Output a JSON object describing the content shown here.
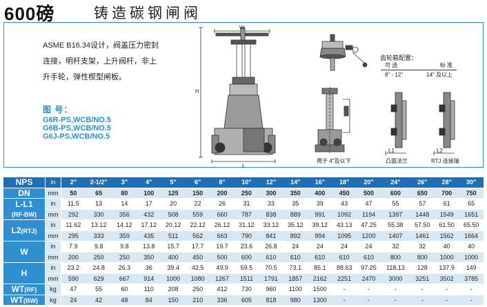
{
  "header": {
    "pressure": "600磅",
    "title": "铸造碳钢闸阀"
  },
  "description": {
    "lines": [
      "ASME B16.34设计，阀盖压力密封",
      "连接，明杆支架，上升阀杆，非上",
      "升手轮，弹性楔型闸板。"
    ],
    "model_title": "图 号：",
    "models": [
      "G6R-PS,WCB/NO.5",
      "G6B-PS,WCB/NO.5",
      "G6J-PS,WCB/NO.5"
    ]
  },
  "drawing": {
    "labels": {
      "w": "W",
      "h": "H",
      "l": "L",
      "l1": "L1",
      "l2": "L2",
      "caption_small": "用于 4\"及以下",
      "caption_rf": "凸面法兰",
      "caption_rtj": "RTJ 连接端"
    },
    "gear": {
      "title": "齿轮箱配置：",
      "head": [
        "可 选",
        "标 准"
      ],
      "row": [
        "8\" - 12\"",
        "14\" 及以上"
      ]
    }
  },
  "table": {
    "rows": [
      {
        "label": "NPS",
        "unit": "in",
        "values": [
          "2\"",
          "2-1/2\"",
          "3\"",
          "4\"",
          "5\"",
          "6\"",
          "8\"",
          "10\"",
          "12\"",
          "14\"",
          "16\"",
          "18\"",
          "20\"",
          "24\"",
          "26\"",
          "28\"",
          "30\""
        ]
      },
      {
        "label": "DN",
        "unit": "mm",
        "values": [
          "50",
          "65",
          "80",
          "100",
          "125",
          "150",
          "200",
          "250",
          "300",
          "350",
          "400",
          "450",
          "500",
          "600",
          "650",
          "700",
          "750"
        ]
      },
      {
        "label": "L-L1",
        "sub": "(RF-BW)",
        "unit": "in",
        "values": [
          "11.5",
          "13",
          "14",
          "17",
          "20",
          "22",
          "26",
          "31",
          "33",
          "35",
          "39",
          "43",
          "47",
          "55",
          "57",
          "61",
          "65"
        ]
      },
      {
        "unit": "mm",
        "values": [
          "292",
          "330",
          "356",
          "432",
          "508",
          "559",
          "660",
          "787",
          "838",
          "889",
          "991",
          "1092",
          "1194",
          "1397",
          "1448",
          "1549",
          "1651"
        ]
      },
      {
        "label": "L2",
        "sub": "(RTJ)",
        "unit": "in",
        "values": [
          "11.62",
          "13.12",
          "14.12",
          "17.12",
          "20.12",
          "22.12",
          "26.12",
          "31.12",
          "33.12",
          "35.12",
          "39.12",
          "43.13",
          "47.25",
          "55.38",
          "57.50",
          "61.50",
          "65.50"
        ]
      },
      {
        "unit": "mm",
        "values": [
          "295",
          "333",
          "359",
          "435",
          "511",
          "562",
          "663",
          "790",
          "841",
          "892",
          "994",
          "1095",
          "1200",
          "1407",
          "1461",
          "1562",
          "1664"
        ]
      },
      {
        "label": "W",
        "unit": "in",
        "values": [
          "7.9",
          "9.8",
          "9.8",
          "13.8",
          "15.7",
          "17.7",
          "19.7",
          "23.6",
          "26.8",
          "24",
          "24",
          "24",
          "24",
          "32",
          "32",
          "40",
          "40"
        ]
      },
      {
        "unit": "mm",
        "values": [
          "200",
          "250",
          "250",
          "350",
          "400",
          "450",
          "500",
          "600",
          "610",
          "610",
          "610",
          "610",
          "610",
          "800",
          "800",
          "1000",
          "1000"
        ]
      },
      {
        "label": "H",
        "unit": "in",
        "values": [
          "23.2",
          "24.8",
          "26.3",
          "36",
          "39.4",
          "42.5",
          "49.9",
          "59.5",
          "70.5",
          "73.1",
          "85.1",
          "88.63",
          "97.25",
          "118.13",
          "128",
          "137.9",
          "149"
        ]
      },
      {
        "unit": "mm",
        "values": [
          "590",
          "629",
          "667",
          "914",
          "1000",
          "1080",
          "1267",
          "1511",
          "1791",
          "1857",
          "2162",
          "2251",
          "2470",
          "3000",
          "3251",
          "3502",
          "3785"
        ]
      },
      {
        "label": "WT",
        "sub": "(RF)",
        "unit": "kg",
        "values": [
          "47",
          "55",
          "60",
          "110",
          "208",
          "250",
          "412",
          "730",
          "960",
          "1100",
          "1500",
          "-",
          "-",
          "-",
          "-",
          "-",
          "-"
        ]
      },
      {
        "label": "WT",
        "sub": "(BW)",
        "unit": "kg",
        "values": [
          "24",
          "42",
          "48",
          "84",
          "150",
          "210",
          "336",
          "605",
          "818",
          "980",
          "1300",
          "-",
          "-",
          "-",
          "-",
          "-",
          "-"
        ]
      }
    ]
  }
}
